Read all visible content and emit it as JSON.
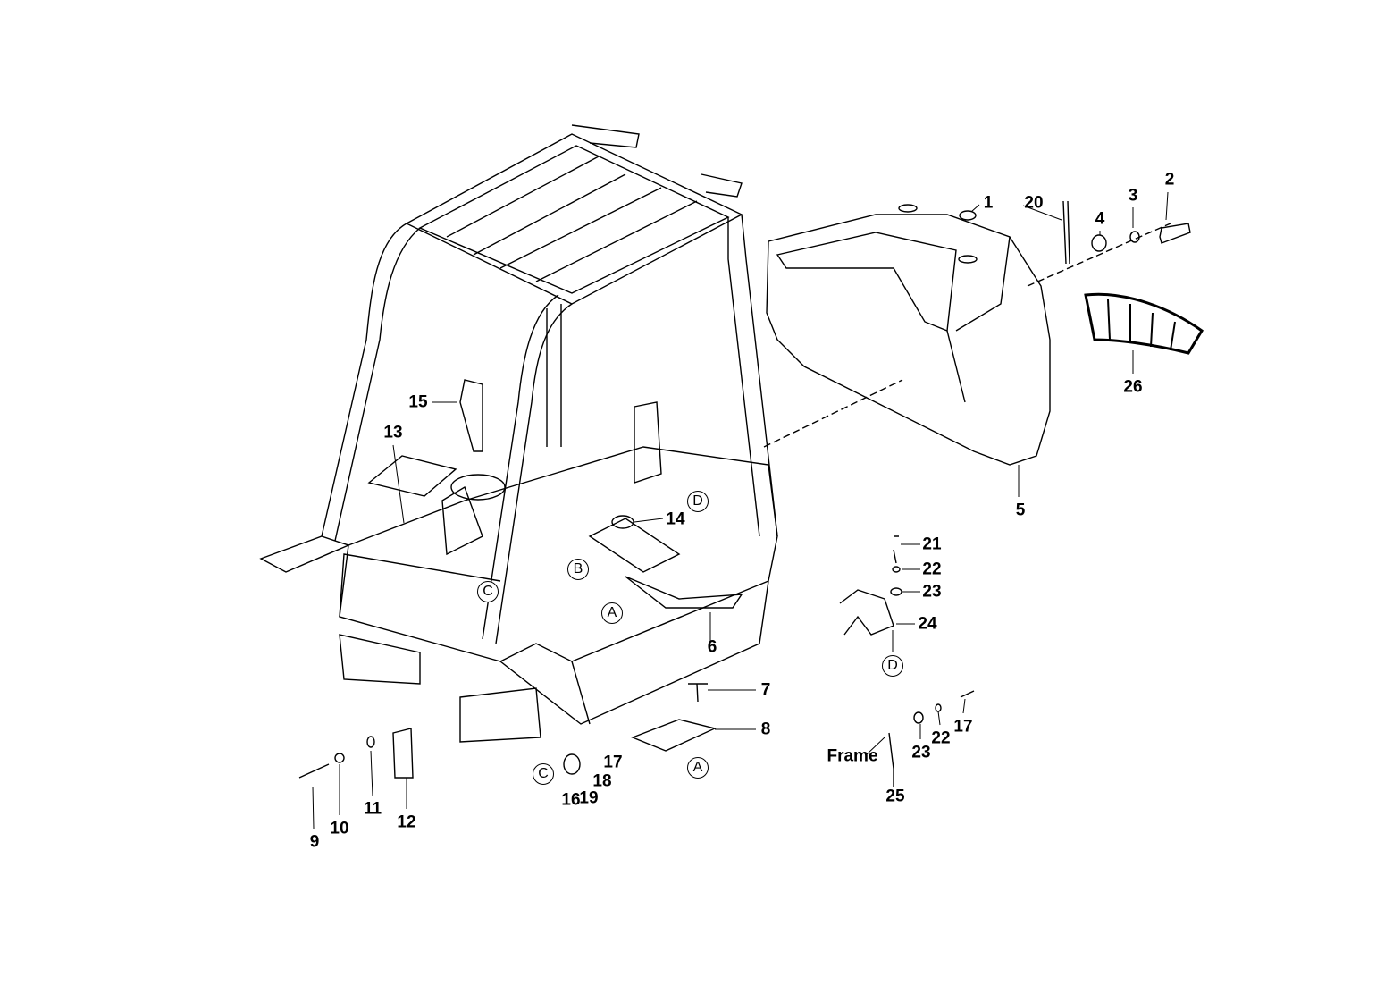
{
  "callouts": {
    "c1": "1",
    "c20": "20",
    "c2": "2",
    "c3": "3",
    "c4": "4",
    "c26": "26",
    "c5": "5",
    "c15": "15",
    "c13": "13",
    "c14": "14",
    "c6": "6",
    "c7": "7",
    "c8": "8",
    "c17a": "17",
    "c18": "18",
    "c19": "19",
    "c16": "16",
    "c9": "9",
    "c10": "10",
    "c11": "11",
    "c12": "12",
    "c21": "21",
    "c22a": "22",
    "c23a": "23",
    "c24": "24",
    "c17b": "17",
    "c22b": "22",
    "c23b": "23",
    "c25": "25",
    "frame": "Frame"
  },
  "refs": {
    "d1": "D",
    "b1": "B",
    "c1": "C",
    "a1": "A",
    "a2": "A",
    "c2": "C",
    "d2": "D"
  }
}
